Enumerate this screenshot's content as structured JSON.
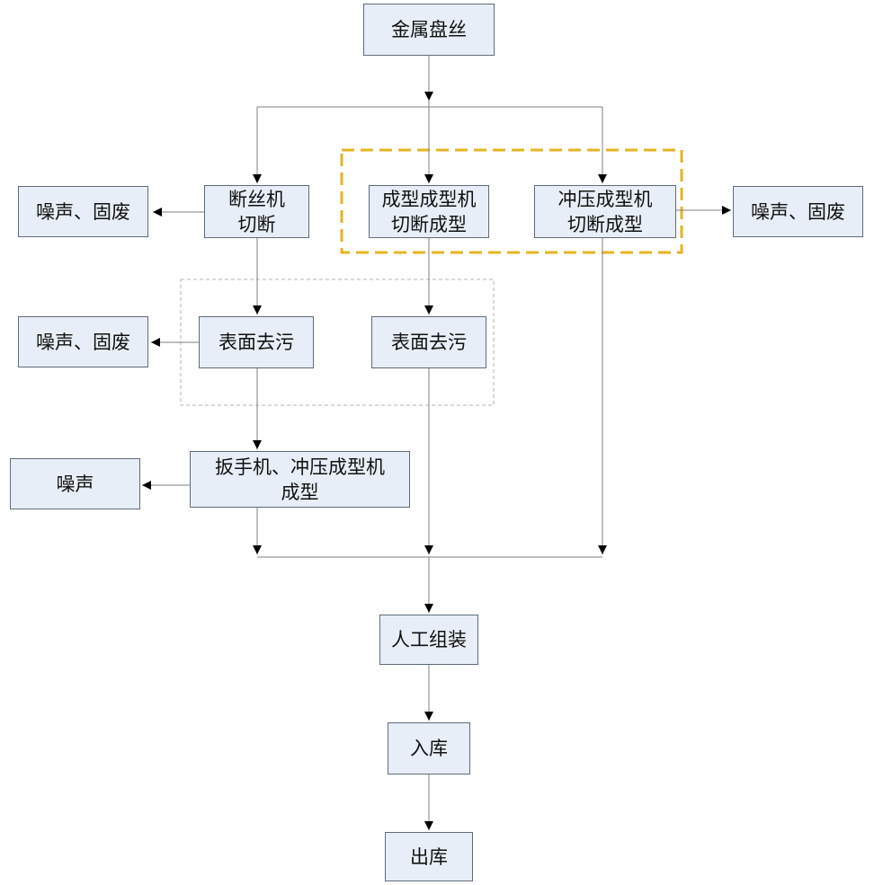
{
  "nodes": {
    "source": "金属盘丝",
    "wire_cut": [
      "断丝机",
      "切断"
    ],
    "form_cut": [
      "成型成型机",
      "切断成型"
    ],
    "press_cut": [
      "冲压成型机",
      "切断成型"
    ],
    "clean_left": "表面去污",
    "clean_mid": "表面去污",
    "wrench_press": [
      "扳手机、冲压成型机",
      "成型"
    ],
    "assembly": "人工组装",
    "store_in": "入库",
    "store_out": "出库"
  },
  "emissions": {
    "wire_cut": "噪声、固废",
    "press_cut": "噪声、固废",
    "clean_left": "噪声、固废",
    "wrench_press": "噪声"
  },
  "colors": {
    "box_fill": "#e8eef7",
    "box_border": "#5f6b7a",
    "line": "#7f7f7f",
    "highlight_dash": "#e6b422",
    "group_dash": "#b5b5a8"
  }
}
